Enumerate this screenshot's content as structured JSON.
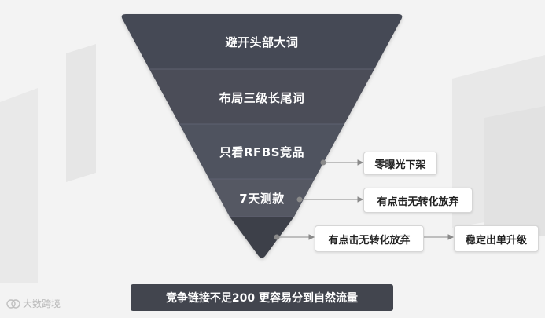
{
  "funnel": {
    "layers": [
      {
        "label": "避开头部大词"
      },
      {
        "label": "布局三级长尾词"
      },
      {
        "label": "只看RFBS竞品"
      },
      {
        "label": "7天测款"
      },
      {
        "label": ""
      }
    ]
  },
  "callouts": {
    "zero_exposure": "零曝光下架",
    "click_no_conv_1": "有点击无转化放弃",
    "click_no_conv_2": "有点击无转化放弃",
    "stable_upgrade": "稳定出单升级"
  },
  "bottom_banner": "竞争链接不足200 更容易分到自然流量",
  "watermark": {
    "text": "大数跨境"
  },
  "colors": {
    "layer1": "#454854",
    "layer2": "#4b4e59",
    "layer3": "#50535e",
    "layer4": "#555863",
    "layer5": "#3e414a",
    "banner": "#42454e",
    "connector": "#8a8a8a"
  }
}
